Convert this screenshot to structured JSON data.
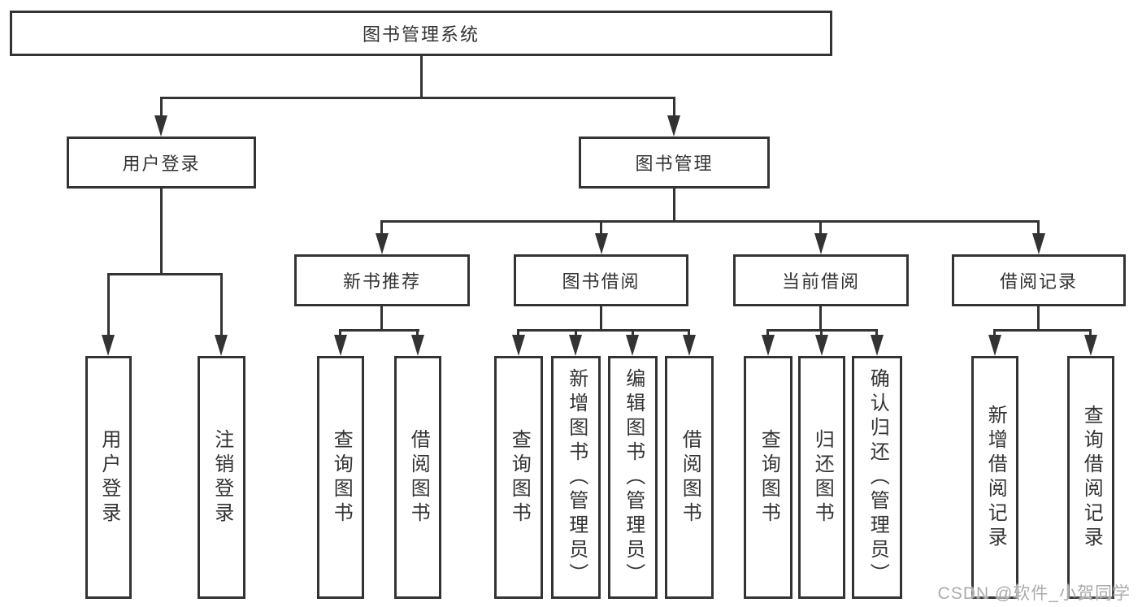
{
  "diagram": {
    "root": "图书管理系统",
    "level2": [
      {
        "label": "用户登录"
      },
      {
        "label": "图书管理"
      }
    ],
    "level3": [
      {
        "label": "新书推荐"
      },
      {
        "label": "图书借阅"
      },
      {
        "label": "当前借阅"
      },
      {
        "label": "借阅记录"
      }
    ],
    "leaves": {
      "login": [
        "用户登录",
        "注销登录"
      ],
      "newbook": [
        "查询图书",
        "借阅图书"
      ],
      "borrow": [
        "查询图书",
        "新增图书（管理员）",
        "编辑图书（管理员）",
        "借阅图书"
      ],
      "current": [
        "查询图书",
        "归还图书",
        "确认归还（管理员）"
      ],
      "records": [
        "新增借阅记录",
        "查询借阅记录"
      ]
    }
  },
  "watermark": {
    "text": "CSDN @软件_小贺同学"
  },
  "colors": {
    "line": "#333333",
    "box_border": "#333333",
    "text": "#333333",
    "watermark": "#ababab",
    "background": "#ffffff"
  }
}
